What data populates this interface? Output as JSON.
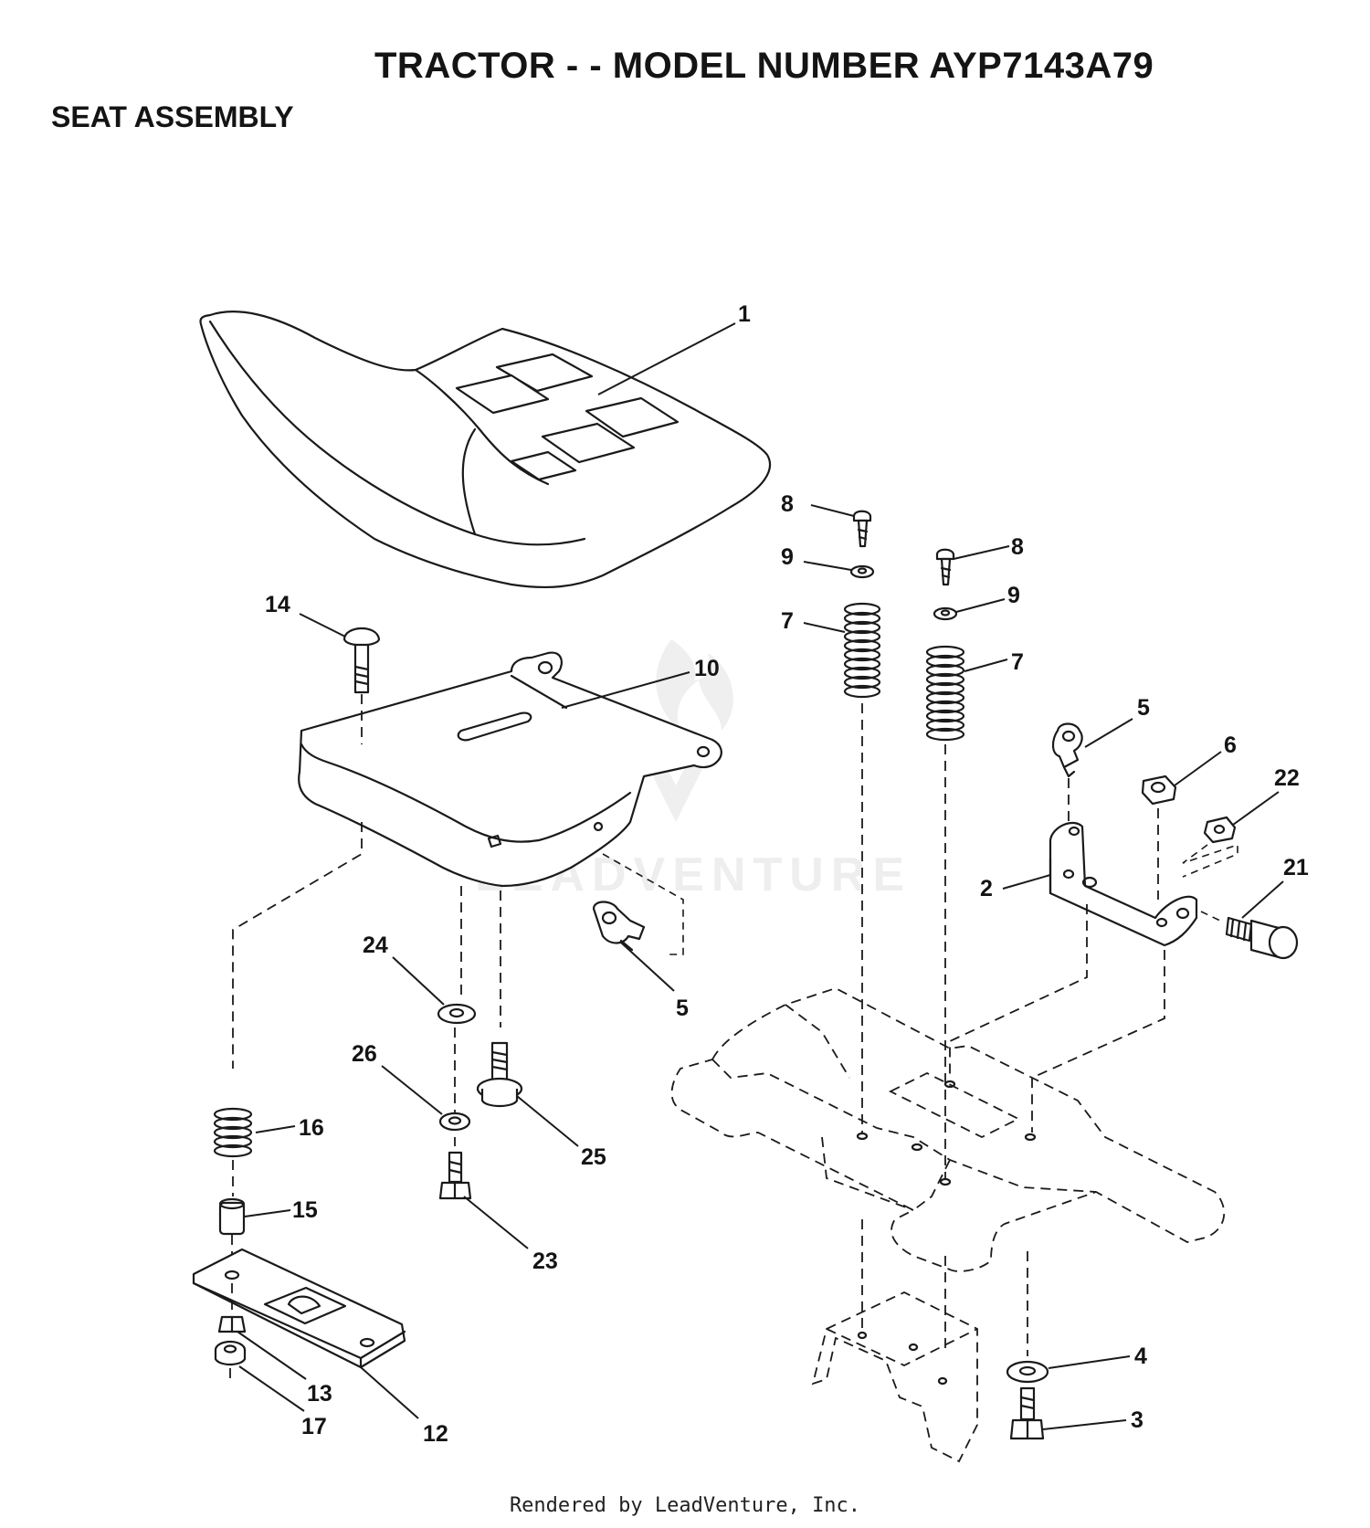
{
  "page_title": "TRACTOR - - MODEL NUMBER AYP7143A79",
  "section_title": "SEAT ASSEMBLY",
  "footer": "Rendered by LeadVenture, Inc.",
  "watermark": "LEADVENTURE",
  "part_numbers": {
    "p1": "1",
    "p2": "2",
    "p3": "3",
    "p4": "4",
    "p5a": "5",
    "p5b": "5",
    "p6": "6",
    "p7a": "7",
    "p7b": "7",
    "p8a": "8",
    "p8b": "8",
    "p9a": "9",
    "p9b": "9",
    "p10": "10",
    "p12": "12",
    "p13": "13",
    "p14": "14",
    "p15": "15",
    "p16": "16",
    "p17": "17",
    "p21": "21",
    "p22": "22",
    "p23": "23",
    "p24": "24",
    "p25": "25",
    "p26": "26"
  }
}
